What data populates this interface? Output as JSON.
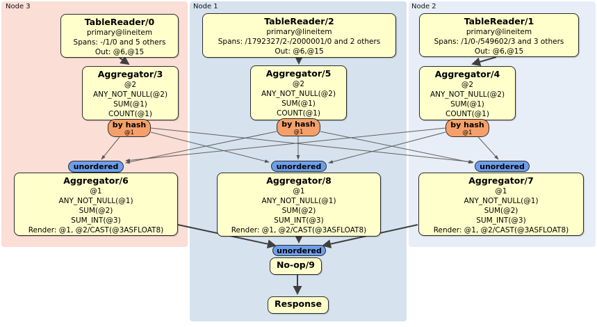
{
  "regions": {
    "node3": {
      "label": "Node 3",
      "bg": "#fbded6"
    },
    "node1": {
      "label": "Node 1",
      "bg": "#d6e3ee"
    },
    "node2": {
      "label": "Node 2",
      "bg": "#e7eef7"
    }
  },
  "processors": {
    "tr0": {
      "title": "TableReader/0",
      "lines": [
        "primary@lineitem",
        "Spans: -/1/0 and 5 others",
        "Out: @6,@15"
      ]
    },
    "tr2": {
      "title": "TableReader/2",
      "lines": [
        "primary@lineitem",
        "Spans: /1792327/2-/2000001/0 and 2 others",
        "Out: @6,@15"
      ]
    },
    "tr1": {
      "title": "TableReader/1",
      "lines": [
        "primary@lineitem",
        "Spans: /1/0-/549602/3 and 3 others",
        "Out: @6,@15"
      ]
    },
    "agg3": {
      "title": "Aggregator/3",
      "lines": [
        "@2",
        "ANY_NOT_NULL(@2)",
        "SUM(@1)",
        "COUNT(@1)"
      ]
    },
    "agg5": {
      "title": "Aggregator/5",
      "lines": [
        "@2",
        "ANY_NOT_NULL(@2)",
        "SUM(@1)",
        "COUNT(@1)"
      ]
    },
    "agg4": {
      "title": "Aggregator/4",
      "lines": [
        "@2",
        "ANY_NOT_NULL(@2)",
        "SUM(@1)",
        "COUNT(@1)"
      ]
    },
    "agg6": {
      "title": "Aggregator/6",
      "lines": [
        "@1",
        "ANY_NOT_NULL(@1)",
        "SUM(@2)",
        "SUM_INT(@3)",
        "Render: @1, @2/CAST(@3ASFLOAT8)"
      ]
    },
    "agg8": {
      "title": "Aggregator/8",
      "lines": [
        "@1",
        "ANY_NOT_NULL(@1)",
        "SUM(@2)",
        "SUM_INT(@3)",
        "Render: @1, @2/CAST(@3ASFLOAT8)"
      ]
    },
    "agg7": {
      "title": "Aggregator/7",
      "lines": [
        "@1",
        "ANY_NOT_NULL(@1)",
        "SUM(@2)",
        "SUM_INT(@3)",
        "Render: @1, @2/CAST(@3ASFLOAT8)"
      ]
    },
    "noop": {
      "title": "No-op/9"
    },
    "response": {
      "title": "Response"
    }
  },
  "routers": {
    "hash3": {
      "label": "by hash",
      "detail": "@1"
    },
    "hash5": {
      "label": "by hash",
      "detail": "@1"
    },
    "hash4": {
      "label": "by hash",
      "detail": "@1"
    },
    "sync3": {
      "label": "unordered"
    },
    "sync1": {
      "label": "unordered"
    },
    "sync2": {
      "label": "unordered"
    },
    "sync_final": {
      "label": "unordered"
    }
  },
  "colors": {
    "node3_bg": "#fbded6",
    "node1_bg": "#d6e3ee",
    "node2_bg": "#e7eef7",
    "processor_box_bg": "#ffffcc",
    "hash_router_bg": "#f5a06a",
    "sync_pill_bg": "#6d9eeb",
    "edge": "#4a4a4a"
  }
}
